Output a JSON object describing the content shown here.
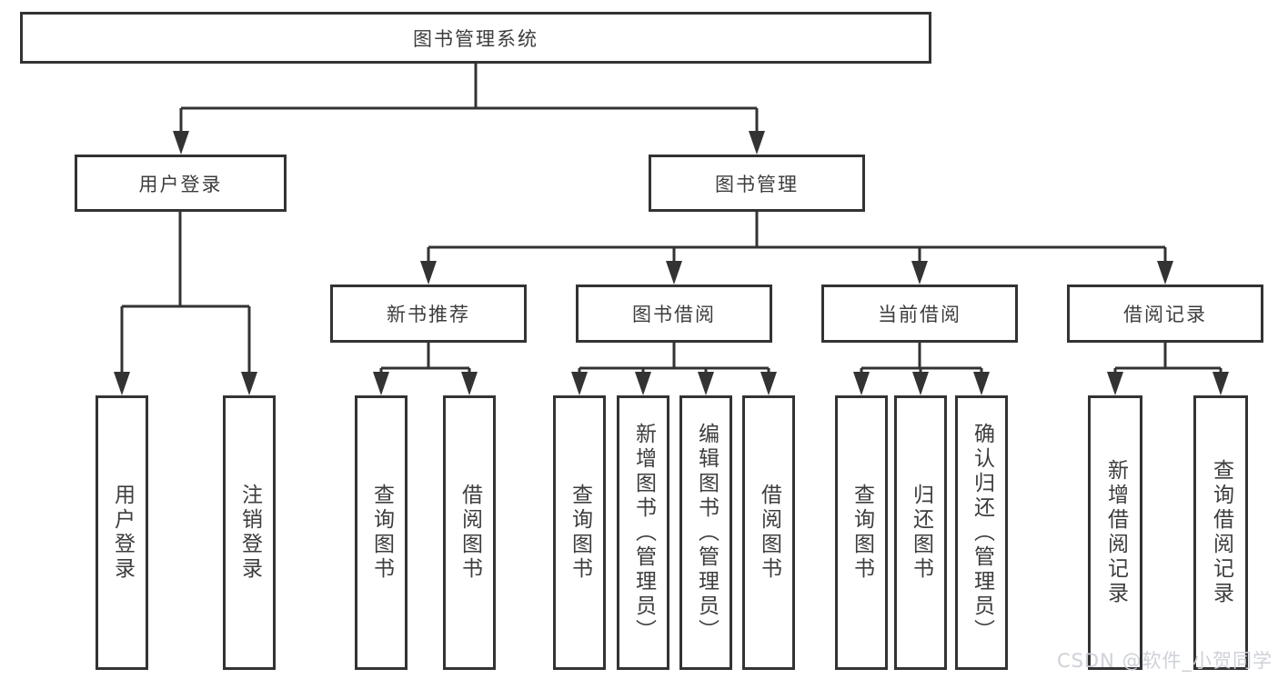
{
  "tree": {
    "root": {
      "label": "图书管理系统"
    },
    "branches": [
      {
        "label": "用户登录",
        "children": [
          {
            "label": "用户登录"
          },
          {
            "label": "注销登录"
          }
        ]
      },
      {
        "label": "图书管理",
        "groups": [
          {
            "label": "新书推荐",
            "children": [
              {
                "label": "查询图书"
              },
              {
                "label": "借阅图书"
              }
            ]
          },
          {
            "label": "图书借阅",
            "children": [
              {
                "label": "查询图书"
              },
              {
                "label": "新增图书（管理员）"
              },
              {
                "label": "编辑图书（管理员）"
              },
              {
                "label": "借阅图书"
              }
            ]
          },
          {
            "label": "当前借阅",
            "children": [
              {
                "label": "查询图书"
              },
              {
                "label": "归还图书"
              },
              {
                "label": "确认归还（管理员）"
              }
            ]
          },
          {
            "label": "借阅记录",
            "children": [
              {
                "label": "新增借阅记录"
              },
              {
                "label": "查询借阅记录"
              }
            ]
          }
        ]
      }
    ]
  },
  "watermark": {
    "text": "CSDN @软件_小贺同学"
  },
  "colors": {
    "line": "#333333",
    "text": "#3d3d3d",
    "watermark": "#cbcfd6",
    "background": "#ffffff"
  }
}
